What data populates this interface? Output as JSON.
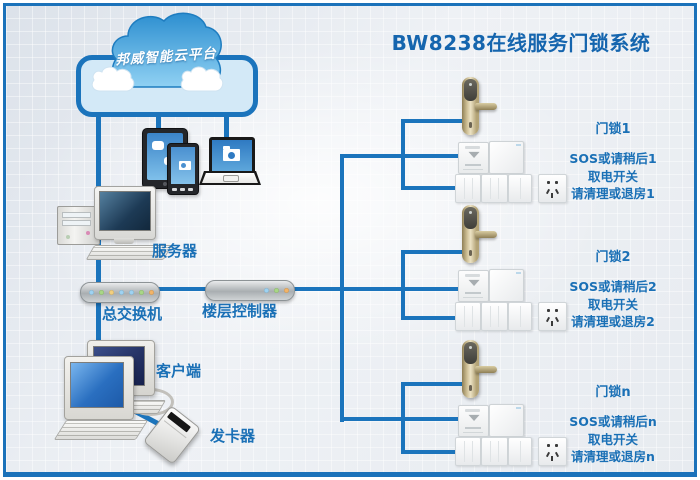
{
  "title": "BW8238在线服务门锁系统",
  "cloud_platform": {
    "label": "邦威智能云平台"
  },
  "infrastructure": {
    "server": "服务器",
    "main_switch": "总交换机",
    "floor_controller": "楼层控制器",
    "client": "客户端",
    "card_issuer": "发卡器"
  },
  "lock_groups": [
    {
      "lock": "门锁1",
      "sos": "SOS或请稍后1",
      "power": "取电开关",
      "cleaning": "请清理或退房1"
    },
    {
      "lock": "门锁2",
      "sos": "SOS或请稍后2",
      "power": "取电开关",
      "cleaning": "请清理或退房2"
    },
    {
      "lock": "门锁n",
      "sos": "SOS或请稍后n",
      "power": "取电开关",
      "cleaning": "请清理或退房n"
    }
  ],
  "icons": {
    "cloud": "cloud-platform-icon",
    "emblem": "▼"
  },
  "colors": {
    "accent_blue": "#1b74bc",
    "label_blue": "#1a70b6",
    "title_blue": "#1565ae"
  }
}
